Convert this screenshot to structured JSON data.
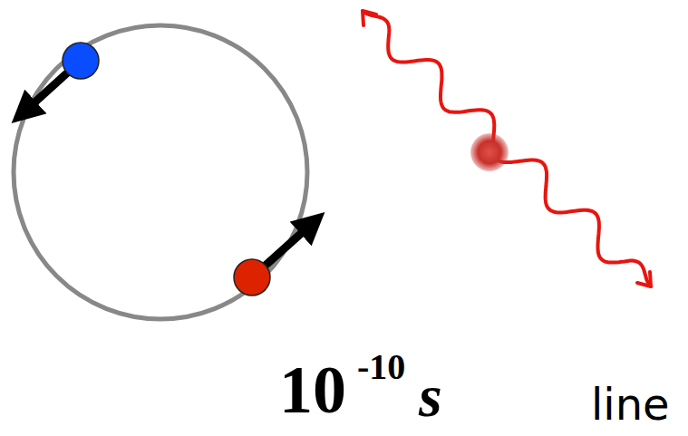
{
  "diagram": {
    "labels": [
      "10",
      "-10",
      "s",
      "line"
    ]
  }
}
